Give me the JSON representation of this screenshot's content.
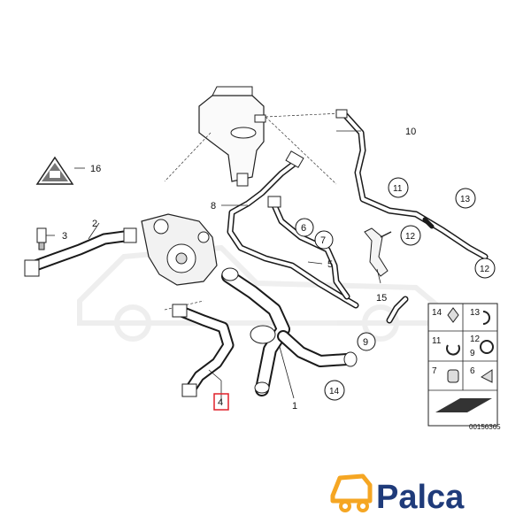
{
  "diagram": {
    "callouts": [
      {
        "id": "1",
        "text": "1",
        "circled": false
      },
      {
        "id": "2",
        "text": "2",
        "circled": false
      },
      {
        "id": "3",
        "text": "3",
        "circled": false
      },
      {
        "id": "4",
        "text": "4",
        "circled": false,
        "highlighted": true,
        "highlight_color": "#e0202a"
      },
      {
        "id": "5",
        "text": "5",
        "circled": false
      },
      {
        "id": "6",
        "text": "6",
        "circled": true
      },
      {
        "id": "7",
        "text": "7",
        "circled": true
      },
      {
        "id": "8",
        "text": "8",
        "circled": false
      },
      {
        "id": "9",
        "text": "9",
        "circled": true
      },
      {
        "id": "10",
        "text": "10",
        "circled": false
      },
      {
        "id": "11",
        "text": "11",
        "circled": true
      },
      {
        "id": "12a",
        "text": "12",
        "circled": true
      },
      {
        "id": "12b",
        "text": "12",
        "circled": true
      },
      {
        "id": "13",
        "text": "13",
        "circled": true
      },
      {
        "id": "14",
        "text": "14",
        "circled": true
      },
      {
        "id": "15",
        "text": "15",
        "circled": false
      },
      {
        "id": "16",
        "text": "16",
        "circled": false
      }
    ],
    "legend": {
      "cells": [
        {
          "id": "l14",
          "text": "14"
        },
        {
          "id": "l13",
          "text": "13"
        },
        {
          "id": "l11",
          "text": "11"
        },
        {
          "id": "l12",
          "text": "12"
        },
        {
          "id": "l9",
          "text": "9"
        },
        {
          "id": "l7",
          "text": "7"
        },
        {
          "id": "l6",
          "text": "6"
        }
      ]
    },
    "diagram_number": "00156365"
  },
  "brand": {
    "logo_text": "Palca",
    "logo_color": "#1f3b7a",
    "accent_color": "#f5a623"
  },
  "colors": {
    "line": "#1a1a1a",
    "highlight": "#e0202a",
    "watermark": "#e6e6e6"
  }
}
